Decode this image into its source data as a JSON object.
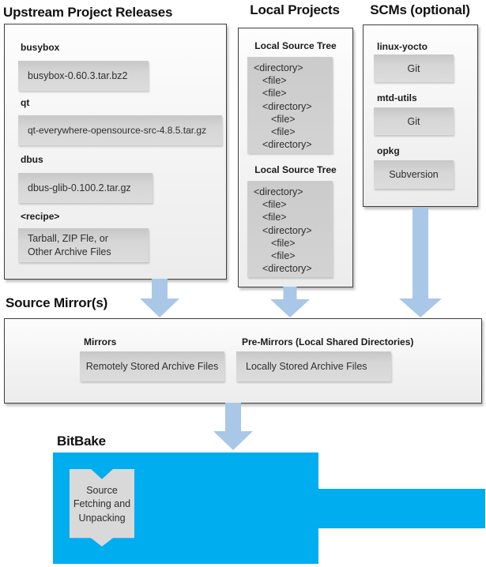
{
  "headings": {
    "upstream": "Upstream Project Releases",
    "local_projects": "Local Projects",
    "scms": "SCMs (optional)",
    "source_mirrors": "Source Mirror(s)",
    "bitbake": "BitBake"
  },
  "upstream": {
    "items": [
      {
        "label": "busybox",
        "file": "busybox-0.60.3.tar.bz2"
      },
      {
        "label": "qt",
        "file": "qt-everywhere-opensource-src-4.8.5.tar.gz"
      },
      {
        "label": "dbus",
        "file": "dbus-glib-0.100.2.tar.gz"
      },
      {
        "label": "<recipe>",
        "file": "Tarball, ZIP Fle, or\nOther Archive Files"
      }
    ]
  },
  "source_tree": {
    "label": "Local Source Tree",
    "lines": [
      {
        "text": "<directory>",
        "level": 0
      },
      {
        "text": "<file>",
        "level": 1
      },
      {
        "text": "<file>",
        "level": 1
      },
      {
        "text": "<directory>",
        "level": 1
      },
      {
        "text": "<file>",
        "level": 2
      },
      {
        "text": "<file>",
        "level": 2
      },
      {
        "text": "<directory>",
        "level": 1
      }
    ]
  },
  "scms": {
    "items": [
      {
        "label": "linux-yocto",
        "tool": "Git"
      },
      {
        "label": "mtd-utils",
        "tool": "Git"
      },
      {
        "label": "opkg",
        "tool": "Subversion"
      }
    ]
  },
  "mirrors": {
    "mirrors_label": "Mirrors",
    "mirrors_box": "Remotely Stored Archive Files",
    "premirrors_label": "Pre-Mirrors (Local Shared Directories)",
    "premirrors_box": "Locally Stored Archive Files"
  },
  "bitbake": {
    "banner_text": "Source\nFetching and\nUnpacking"
  },
  "colors": {
    "bitbake_blue": "#00adef",
    "arrow_blue": "#a9c7e7",
    "panel_border": "#3f3f3f",
    "inner_box_gray": "#d2d2d2"
  }
}
